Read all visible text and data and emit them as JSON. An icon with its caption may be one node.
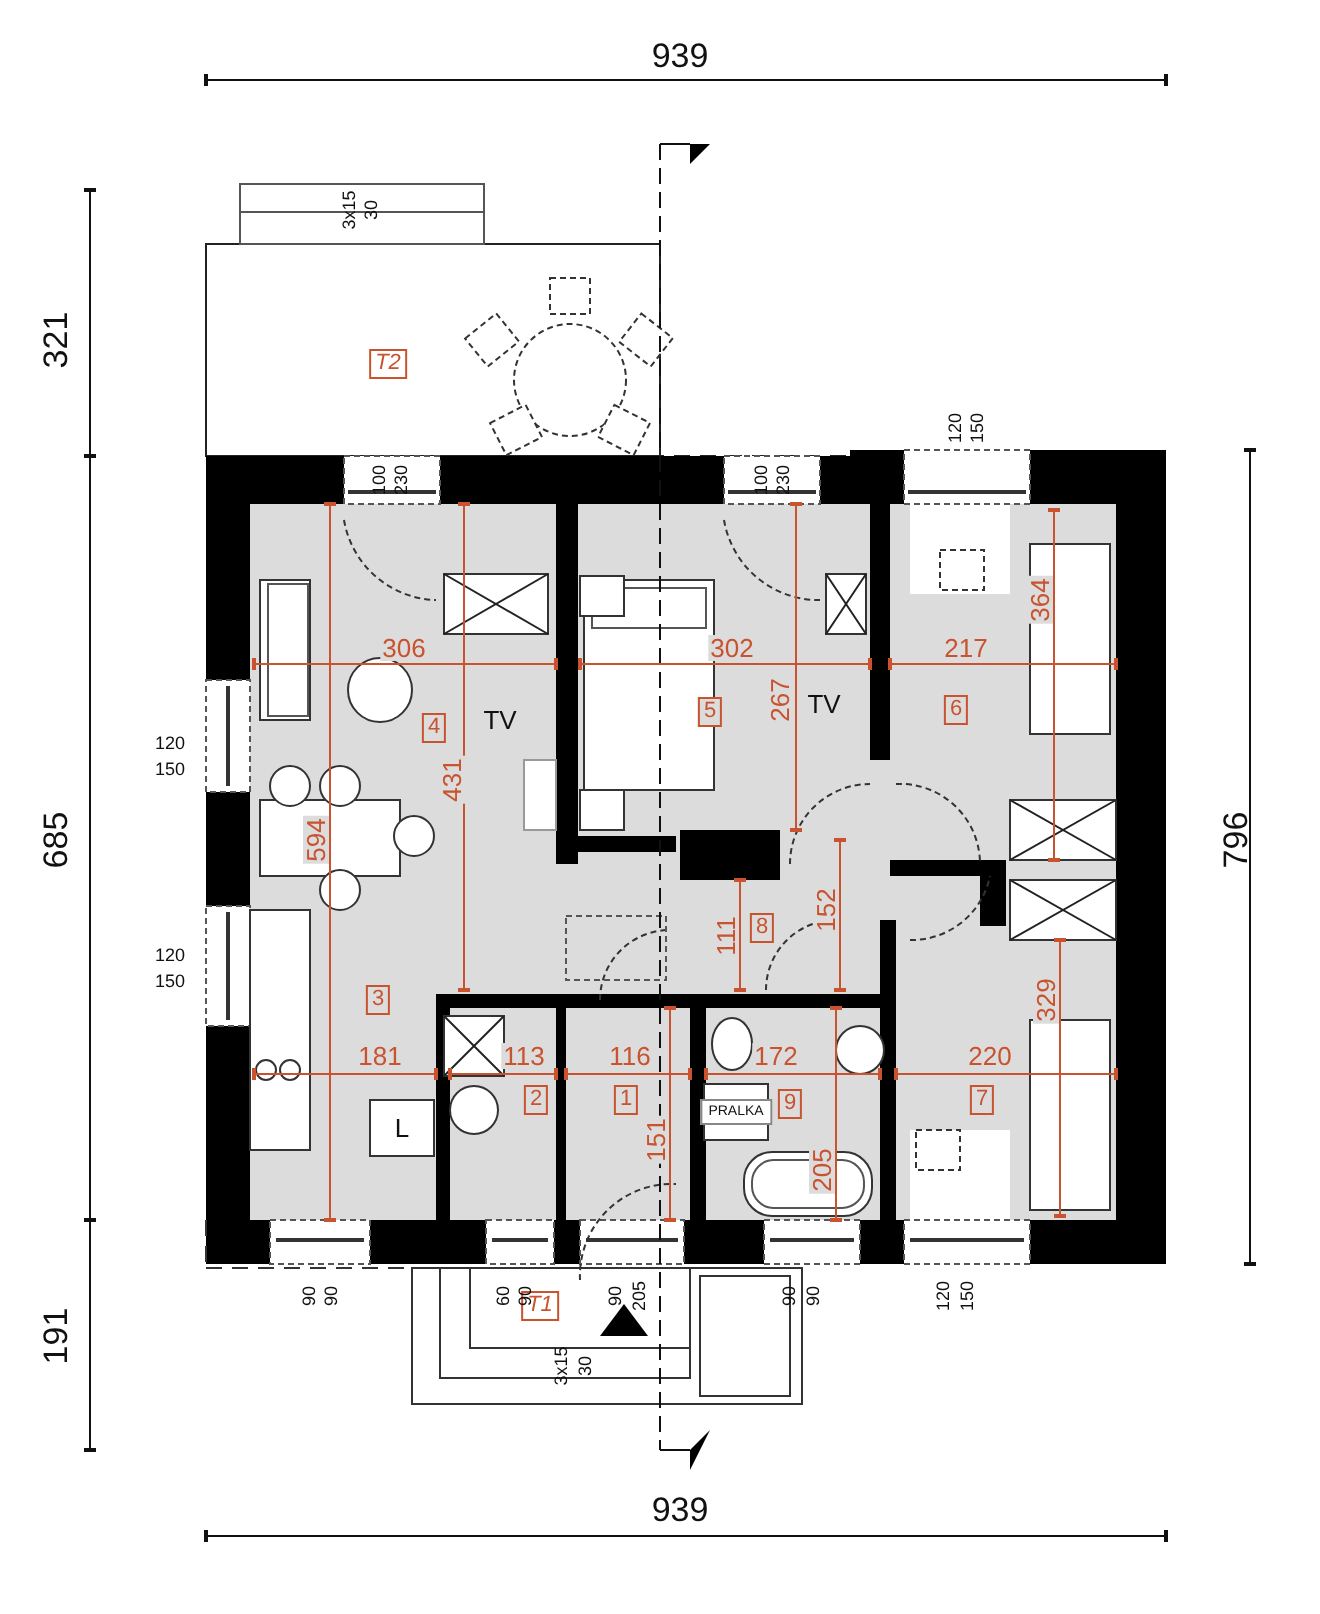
{
  "diagram": {
    "nodes": [
      {
        "text": [
          "T2"
        ]
      },
      {
        "text": [
          "4"
        ]
      },
      {
        "text": [
          "5"
        ]
      },
      {
        "text": [
          "6"
        ]
      },
      {
        "text": [
          "3"
        ]
      },
      {
        "text": [
          "8"
        ]
      },
      {
        "text": [
          "2"
        ]
      },
      {
        "text": [
          "1"
        ]
      },
      {
        "text": [
          "9"
        ]
      },
      {
        "text": [
          "7"
        ]
      },
      {
        "text": [
          "T1"
        ]
      }
    ],
    "edges": [],
    "labels": [
      "939",
      "3x15",
      "30",
      "321",
      "100",
      "230",
      "100",
      "230",
      "120",
      "150",
      "306",
      "302",
      "217",
      "364",
      "TV",
      "267",
      "TV",
      "120",
      "150",
      "431",
      "685",
      "594",
      "796",
      "120",
      "150",
      "111",
      "152",
      "181",
      "113",
      "116",
      "172",
      "220",
      "329",
      "151",
      "205",
      "PRALKA",
      "L",
      "90",
      "90",
      "60",
      "90",
      "90",
      "205",
      "90",
      "90",
      "120",
      "150",
      "191",
      "3x15",
      "30",
      "939"
    ]
  }
}
